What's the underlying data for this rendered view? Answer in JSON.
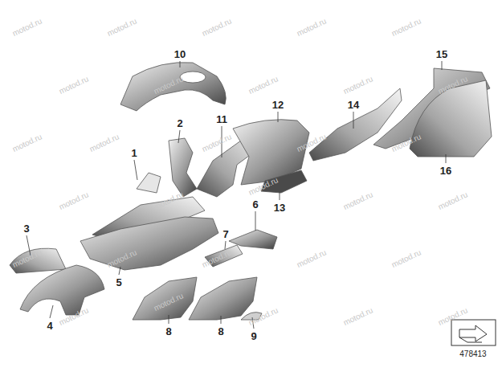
{
  "diagram": {
    "labels": [
      "1",
      "2",
      "3",
      "4",
      "5",
      "6",
      "7",
      "8",
      "8",
      "9",
      "10",
      "11",
      "12",
      "13",
      "14",
      "15",
      "16",
      "478413",
      "motod.ru",
      "motod.ru",
      "motod.ru",
      "motod.ru",
      "motod.ru",
      "motod.ru",
      "motod.ru",
      "motod.ru",
      "motod.ru",
      "motod.ru",
      "motod.ru",
      "motod.ru",
      "motod.ru",
      "motod.ru",
      "motod.ru",
      "motod.ru",
      "motod.ru",
      "motod.ru",
      "motod.ru",
      "motod.ru",
      "motod.ru",
      "motod.ru",
      "motod.ru",
      "motod.ru",
      "motod.ru",
      "motod.ru",
      "motod.ru",
      "motod.ru",
      "motod.ru",
      "motod.ru"
    ]
  }
}
